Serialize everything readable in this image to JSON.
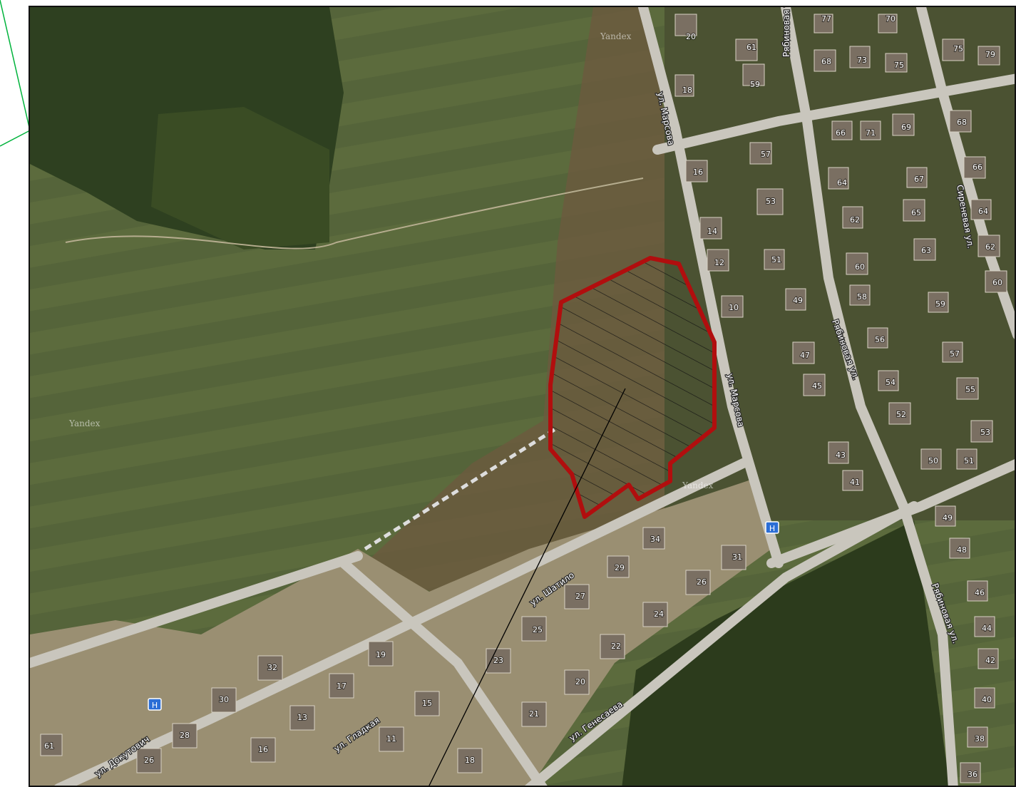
{
  "map": {
    "watermarks": [
      "Yandex",
      "Yandex",
      "Yandex"
    ],
    "streets": [
      {
        "id": "marsova",
        "text": "ул. Марсова"
      },
      {
        "id": "marsova2",
        "text": "ул. Марсова"
      },
      {
        "id": "ribnaya",
        "text": "Рябиновая ул."
      },
      {
        "id": "ribnaya2",
        "text": "Рябиновая ул."
      },
      {
        "id": "ribnaya3",
        "text": "Рябиновая ул."
      },
      {
        "id": "shatilo",
        "text": "ул. Шатило"
      },
      {
        "id": "dokutovich",
        "text": "ул. Докутович"
      },
      {
        "id": "gladkaya",
        "text": "ул. Гладкая"
      },
      {
        "id": "genesaeva",
        "text": "ул. Генесаева"
      },
      {
        "id": "sirenevaya",
        "text": "Сиреневая ул."
      }
    ],
    "house_numbers": [
      "20",
      "61",
      "59",
      "18",
      "77",
      "70",
      "75",
      "68",
      "73",
      "75",
      "79",
      "66",
      "71",
      "69",
      "68",
      "57",
      "16",
      "64",
      "67",
      "66",
      "14",
      "53",
      "62",
      "65",
      "64",
      "12",
      "51",
      "60",
      "63",
      "62",
      "60",
      "10",
      "49",
      "58",
      "59",
      "56",
      "57",
      "47",
      "54",
      "55",
      "45",
      "52",
      "53",
      "43",
      "50",
      "51",
      "41",
      "49",
      "48",
      "46",
      "44",
      "42",
      "40",
      "38",
      "36",
      "34",
      "31",
      "29",
      "26",
      "27",
      "24",
      "25",
      "22",
      "23",
      "20",
      "21",
      "19",
      "17",
      "15",
      "13",
      "11",
      "16",
      "18",
      "32",
      "30",
      "28",
      "26",
      "61"
    ],
    "bus_stop_glyph": "H",
    "colors": {
      "parcel_outline": "#b10e0e",
      "frame_line": "#00b33c",
      "field": "#5b6a3c",
      "forest": "#2f3f1f"
    }
  }
}
